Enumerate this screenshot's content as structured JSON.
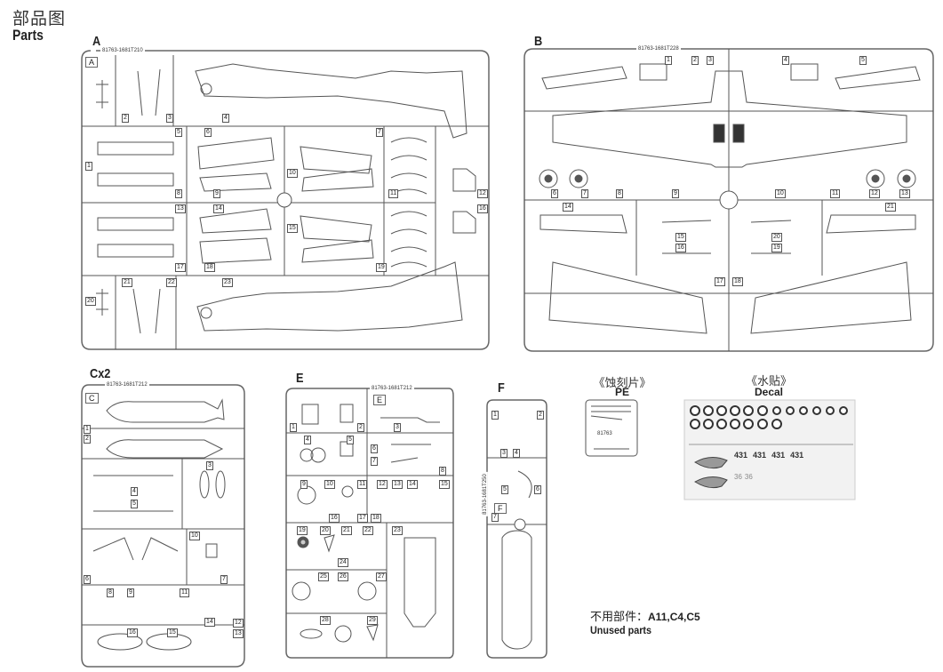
{
  "page": {
    "title_cn": "部品图",
    "title_en": "Parts"
  },
  "sprues": {
    "A": {
      "label": "A",
      "code": "81763-1681T210",
      "tag": "A",
      "parts": [
        "1",
        "2",
        "3",
        "4",
        "5",
        "6",
        "7",
        "8",
        "9",
        "10",
        "11",
        "12",
        "13",
        "14",
        "15",
        "16",
        "17",
        "18",
        "19",
        "20",
        "21",
        "22",
        "23"
      ]
    },
    "B": {
      "label": "B",
      "code": "81763-1681T228",
      "parts": [
        "1",
        "2",
        "3",
        "4",
        "5",
        "6",
        "7",
        "8",
        "9",
        "10",
        "11",
        "12",
        "13",
        "14",
        "15",
        "16",
        "17",
        "18",
        "19",
        "20",
        "21"
      ]
    },
    "C": {
      "label": "Cx2",
      "code": "81763-1681T212",
      "tag": "C",
      "parts": [
        "1",
        "2",
        "3",
        "4",
        "5",
        "6",
        "7",
        "8",
        "9",
        "10",
        "11",
        "12",
        "13",
        "14",
        "15",
        "16"
      ]
    },
    "E": {
      "label": "E",
      "code": "81763-1681T212",
      "tag": "E",
      "parts": [
        "1",
        "2",
        "3",
        "4",
        "5",
        "6",
        "7",
        "8",
        "9",
        "10",
        "11",
        "12",
        "13",
        "14",
        "15",
        "16",
        "17",
        "18",
        "19",
        "20",
        "21",
        "22",
        "23",
        "24",
        "25",
        "26",
        "27",
        "28",
        "29"
      ]
    },
    "F": {
      "label": "F",
      "code": "81763-1681T250",
      "tag": "F",
      "parts": [
        "1",
        "2",
        "3",
        "4",
        "5",
        "6",
        "7"
      ]
    }
  },
  "pe": {
    "title_cn": "《蚀刻片》",
    "title_en": "PE",
    "code": "81763"
  },
  "decal": {
    "title_cn": "《水贴》",
    "title_en": "Decal",
    "codes": [
      "431",
      "431",
      "431",
      "431"
    ],
    "numbers": [
      "36",
      "36"
    ]
  },
  "unused": {
    "label_cn": "不用部件：",
    "parts": "A11,C4,C5",
    "label_en": "Unused parts"
  }
}
